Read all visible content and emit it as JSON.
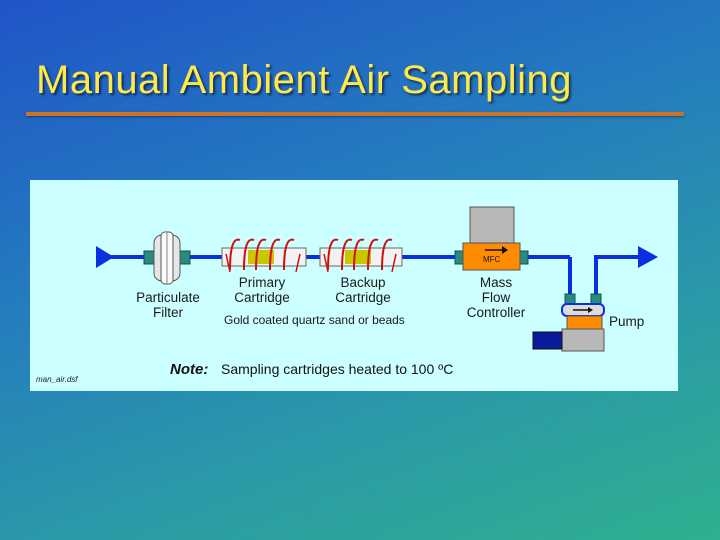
{
  "slide": {
    "title": "Manual Ambient Air Sampling"
  },
  "diagram": {
    "filter_label_1": "Particulate",
    "filter_label_2": "Filter",
    "primary_label_1": "Primary",
    "primary_label_2": "Cartridge",
    "backup_label_1": "Backup",
    "backup_label_2": "Cartridge",
    "cartridge_note": "Gold coated quartz sand or beads",
    "mfc_tag": "MFC",
    "mfc_label_1": "Mass",
    "mfc_label_2": "Flow",
    "mfc_label_3": "Controller",
    "pump_label": "Pump",
    "note_heading": "Note:",
    "note_text": "Sampling cartridges heated to 100 ºC",
    "file_name": "man_air.dsf"
  },
  "colors": {
    "tube": "#0a2fe0",
    "coil": "#d01010",
    "cartridge_fill": "#c8c800",
    "filter_teal": "#2a8a80",
    "pump_orange": "#ff8c00",
    "panel_bg": "#ccffff",
    "title": "#ffe94a"
  }
}
